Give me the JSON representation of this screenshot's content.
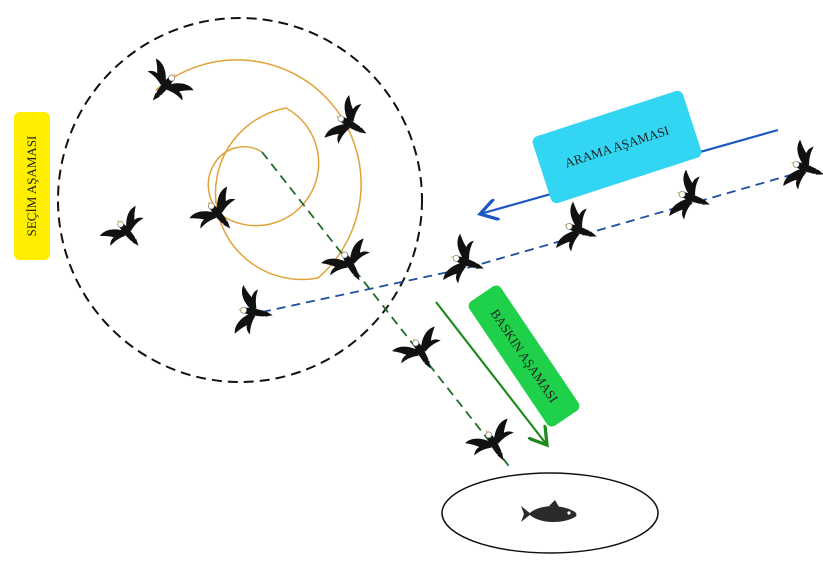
{
  "labels": {
    "search_phase": "ARAMA AŞAMASI",
    "selection_phase": "SEÇİM AŞAMASI",
    "attack_phase": "BASKIN AŞAMASI"
  },
  "colors": {
    "search_box": "#33d6f2",
    "selection_box": "#ffee00",
    "attack_box": "#1fd14a",
    "search_arrow": "#1d57c2",
    "attack_arrow": "#1f8a1f",
    "spiral": "#e0a33a",
    "selection_circle": "#111111",
    "search_path": "#1d4f9e",
    "attack_path": "#1f6b2a"
  },
  "icons": {
    "eagle": "eagle-icon",
    "fish": "fish-icon"
  }
}
